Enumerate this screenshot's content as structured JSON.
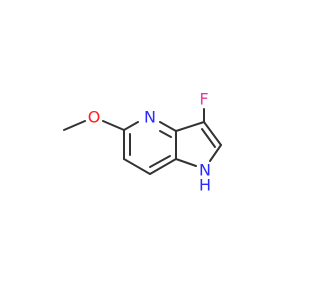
{
  "molecule": {
    "atoms": {
      "fluorine": {
        "symbol": "F",
        "color": "#e040a0"
      },
      "oxygen": {
        "symbol": "O",
        "color": "#ff2020"
      },
      "pyridine_nitrogen": {
        "symbol": "N",
        "color": "#2a2aff"
      },
      "pyrrole_nitrogen": {
        "symbol": "N",
        "color": "#2a2aff"
      },
      "pyrrole_hydrogen": {
        "symbol": "H",
        "color": "#2a2aff"
      }
    },
    "bond_color": "#333333"
  }
}
